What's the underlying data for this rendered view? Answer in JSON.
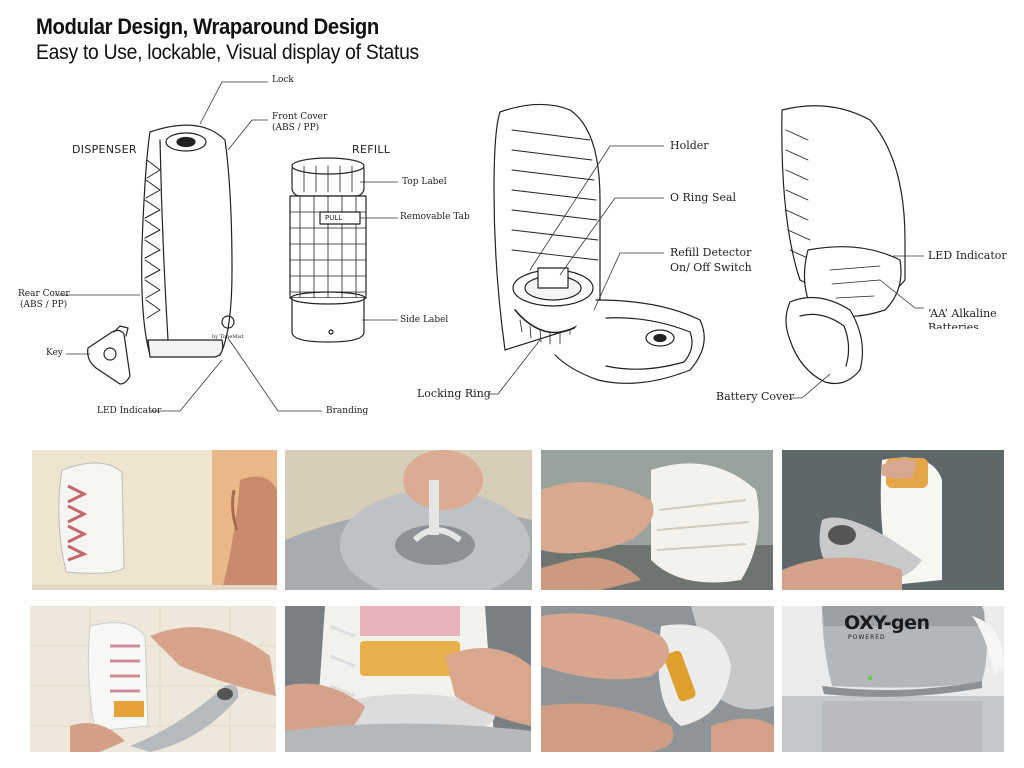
{
  "header": {
    "title": "Modular Design, Wraparound Design",
    "subtitle": "Easy to Use, lockable, Visual display of Status"
  },
  "diagram_left": {
    "dispenser_heading": "DISPENSER",
    "refill_heading": "REFILL",
    "labels": {
      "lock": "Lock",
      "front_cover_1": "Front Cover",
      "front_cover_2": "(ABS / PP)",
      "top_label": "Top Label",
      "removable_tab": "Removable Tab",
      "rear_cover_1": "Rear Cover",
      "rear_cover_2": "(ABS / PP)",
      "key": "Key",
      "side_label": "Side Label",
      "led_indicator": "LED Indicator",
      "branding": "Branding",
      "pull_tab": "PULL",
      "brand_mark": "by TimeMist"
    }
  },
  "diagram_middle": {
    "labels": {
      "holder": "Holder",
      "o_ring_seal": "O Ring Seal",
      "refill_detector_1": "Refill Detector",
      "refill_detector_2": "On/ Off Switch",
      "locking_ring": "Locking Ring"
    }
  },
  "diagram_right": {
    "labels": {
      "led_indicator": "LED Indicator",
      "aa_batteries_1": "‘AA’ Alkaline",
      "aa_batteries_2": "Batteries",
      "battery_cover": "Battery Cover"
    }
  },
  "photos": {
    "oxygen_logo": "OXY-gen",
    "oxygen_sub": "POWERED"
  },
  "colors": {
    "wall": "#e9e0cf",
    "silver": "#b9bcc0",
    "skin": "#d8a68e",
    "orange": "#e0a030",
    "pink": "#d9a2ab"
  }
}
